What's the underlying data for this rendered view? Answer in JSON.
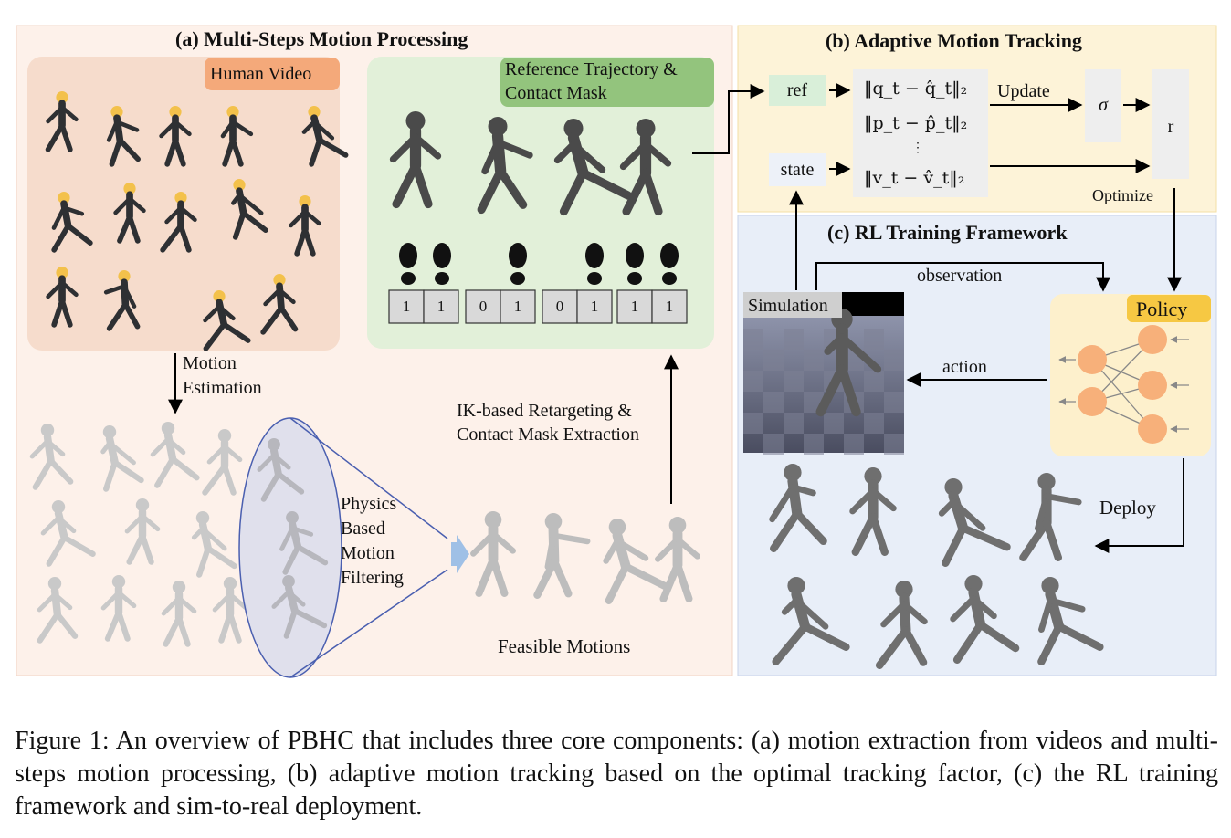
{
  "panels": {
    "a": {
      "title": "(a) Multi-Steps Motion Processing",
      "human_video": "Human Video",
      "reference_title_line1": "Reference Trajectory &",
      "reference_title_line2": "Contact Mask",
      "contact_mask": [
        "1",
        "1",
        "0",
        "1",
        "0",
        "1",
        "1",
        "1"
      ],
      "motion_estimation_line1": "Motion",
      "motion_estimation_line2": "Estimation",
      "ik_line1": "IK-based Retargeting  &",
      "ik_line2": "Contact Mask  Extraction",
      "filter_lines": [
        "Physics",
        "Based",
        "Motion",
        "Filtering"
      ],
      "feasible_motions": "Feasible Motions"
    },
    "b": {
      "title": "(b) Adaptive Motion Tracking",
      "ref": "ref",
      "state": "state",
      "update": "Update",
      "sigma": "σ",
      "r": "r",
      "optimize": "Optimize",
      "eq1": "‖q_t − q̂_t‖₂",
      "eq2": "‖p_t − p̂_t‖₂",
      "eq3": "‖v_t − v̂_t‖₂",
      "dots": "⋮"
    },
    "c": {
      "title": "(c) RL Training Framework",
      "observation": "observation",
      "action": "action",
      "simulation": "Simulation",
      "policy": "Policy",
      "deploy": "Deploy"
    }
  },
  "caption": "Figure 1: An overview of PBHC that includes three core components: (a) motion extraction from videos and multi-steps motion processing, (b) adaptive motion tracking based on the optimal tracking factor, (c) the RL training framework and sim-to-real deployment.",
  "colors": {
    "panel_a_bg": "#fdf1ea",
    "human_video_tag": "#f4a97a",
    "reference_bg": "#e2f0d9",
    "reference_tag": "#93c47d",
    "panel_b_bg": "#fdf3d8",
    "panel_c_bg": "#e8eef8",
    "policy_bg": "#fdf0cc",
    "policy_tag": "#f6c843",
    "neuron": "#f7b07a",
    "ellipse_fill": "#d8dcec",
    "ellipse_stroke": "#4a5fb0"
  }
}
